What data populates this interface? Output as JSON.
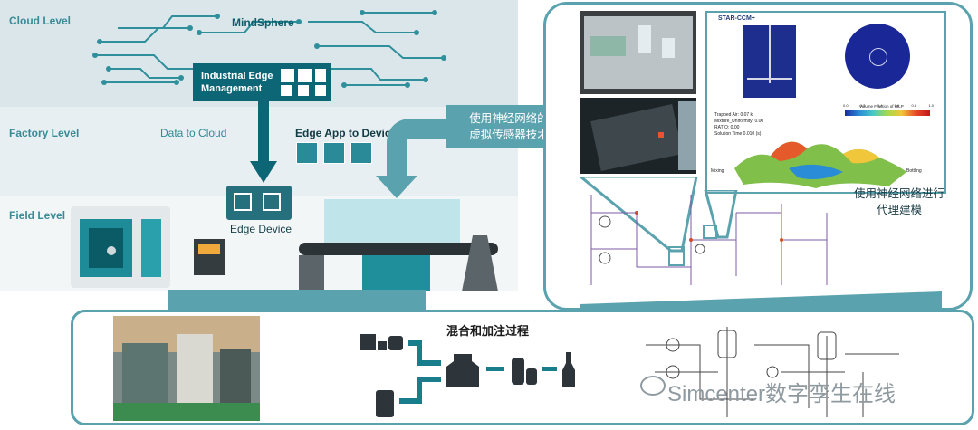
{
  "levels": {
    "cloud": "Cloud Level",
    "factory": "Factory Level",
    "field": "Field Level"
  },
  "cloud": {
    "title": "MindSphere"
  },
  "industrial_edge": {
    "line1": "Industrial Edge",
    "line2": "Management"
  },
  "data_to_cloud": "Data to Cloud",
  "edge_app_to_device": "Edge App to Device",
  "edge_device": "Edge Device",
  "callout_left": {
    "line1": "使用神经网络的",
    "line2": "虚拟传感器技术"
  },
  "callout_right": {
    "line1": "使用神经网络进行",
    "line2": "代理建模"
  },
  "starccm": {
    "brand": "STAR-CCM+",
    "stats": [
      "Trapped Air: 0.07 kl",
      "Mixture_Uniformity: 0.00",
      "RATIO: 0.00",
      "Solution Time 0.010 (s)"
    ],
    "colorbar_title": "Volume Fraction of HILP",
    "colorbar_ticks": [
      "0.0",
      "0.2",
      "0.4",
      "0.6",
      "0.8",
      "1.0"
    ],
    "label_mixing": "Mixing",
    "label_bottling": "Bottling"
  },
  "bottom": {
    "title": "混合和加注过程",
    "watermark": "Simcenter数字孪生在线"
  },
  "colors": {
    "teal": "#5aa2ad",
    "dark_teal": "#0d6676",
    "cloud_band": "#dbe6ea",
    "factory_band": "#e8eff2",
    "field_band": "#f3f6f7"
  }
}
